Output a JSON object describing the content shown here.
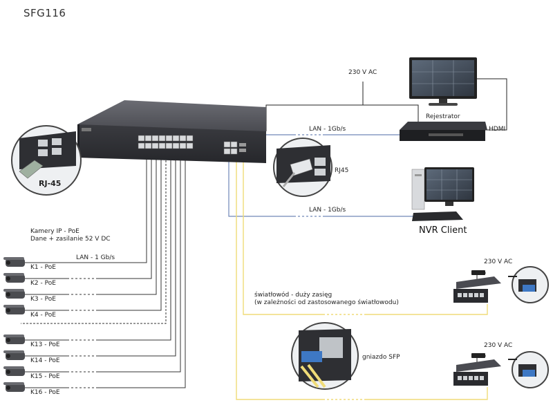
{
  "title": "SFG116",
  "labels": {
    "ac_top": "230 V AC",
    "recorder": "Rejestrator",
    "hdmi": "HDMI",
    "lan_top": "LAN - 1Gb/s",
    "rj45_small": "RJ45",
    "lan_client": "LAN - 1Gb/s",
    "nvr_client": "NVR Client",
    "rj45_big": "RJ-45",
    "cameras_title": "Kamery IP - PoE",
    "cameras_sub": "Dane + zasilanie 52 V DC",
    "lan_cam": "LAN - 1 Gb/s",
    "fiber_1": "światłowód - duży zasięg",
    "fiber_2": "(w zależności od zastosowanego światłowodu)",
    "sfp_socket": "gniazdo SFP",
    "ac_sw1": "230 V AC",
    "ac_sw2": "230 V AC"
  },
  "cameras": [
    {
      "label": "K1 - PoE"
    },
    {
      "label": "K2 - PoE"
    },
    {
      "label": "K3 - PoE"
    },
    {
      "label": "K4 - PoE"
    },
    {
      "label": "K13 - PoE"
    },
    {
      "label": "K14 - PoE"
    },
    {
      "label": "K15 - PoE"
    },
    {
      "label": "K16 - PoE"
    }
  ],
  "colors": {
    "cable_black": "#333333",
    "cable_blue": "#6f86b8",
    "cable_fiber": "#f2e28a",
    "device_dark": "#3d3e44",
    "port_green": "#1d6b3a"
  }
}
